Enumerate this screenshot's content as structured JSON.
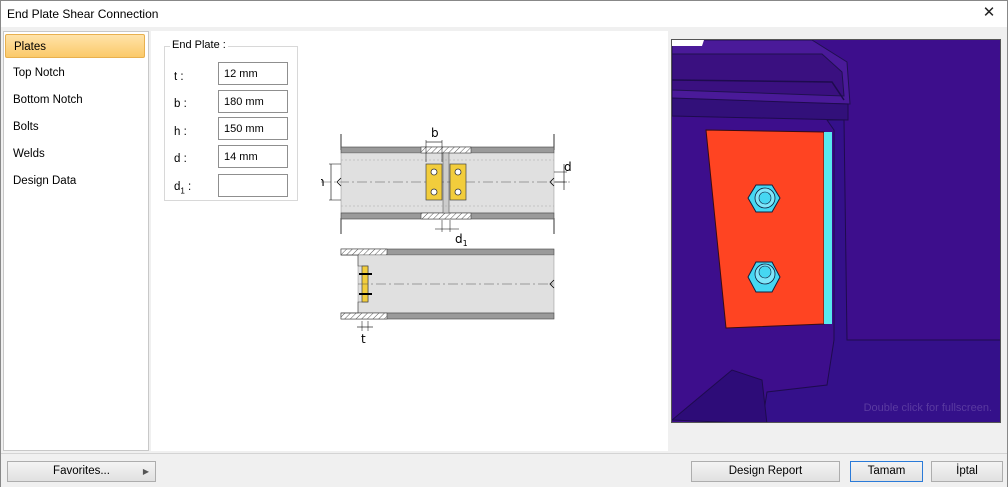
{
  "window": {
    "title": "End Plate Shear Connection"
  },
  "sidebar": {
    "items": [
      {
        "label": "Plates",
        "active": true
      },
      {
        "label": "Top Notch"
      },
      {
        "label": "Bottom Notch"
      },
      {
        "label": "Bolts"
      },
      {
        "label": "Welds"
      },
      {
        "label": "Design Data"
      }
    ]
  },
  "end_plate": {
    "group_title": "End Plate :",
    "fields": [
      {
        "label": "t :",
        "value": "12 mm"
      },
      {
        "label": "b :",
        "value": "180 mm"
      },
      {
        "label": "h :",
        "value": "150 mm"
      },
      {
        "label": "d :",
        "value": "14 mm"
      },
      {
        "label": "d",
        "sub": "1",
        "suffix": " :",
        "value": ""
      }
    ]
  },
  "diagram": {
    "b": "b",
    "h": "h",
    "d": "d",
    "d1": "d",
    "d1_sub": "1",
    "t": "t"
  },
  "viewer": {
    "hint": "Double click for fullscreen."
  },
  "buttons": {
    "favorites": "Favorites...",
    "design_report": "Design Report",
    "ok": "Tamam",
    "cancel": "İptal"
  },
  "colors": {
    "accent": "#fbc969",
    "viewer_bg": "#3d0e8c",
    "plate": "#ff4422",
    "bolt": "#46d7f2",
    "drawing_plate": "#f2cd3c"
  }
}
